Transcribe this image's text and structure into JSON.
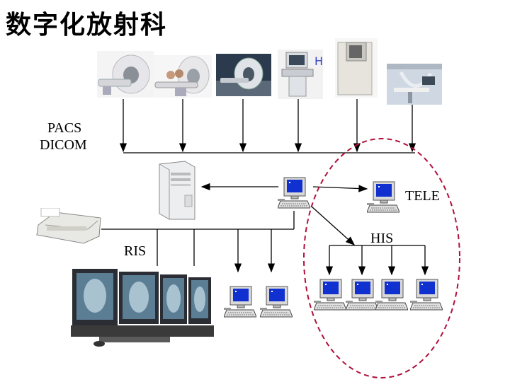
{
  "title": "数字化放射科",
  "labels": {
    "pacs_line1": "PACS",
    "pacs_line2": "DICOM",
    "tele": "TELE",
    "his": "HIS",
    "ris": "RIS"
  },
  "devices": {
    "modalities": [
      "mri-scanner",
      "ct-scanner",
      "pet-ct-scanner",
      "ultrasound-unit",
      "dr-xray-unit",
      "c-arm-angiography"
    ],
    "server": "pacs-server",
    "printer": "film-printer",
    "review_station": "multi-monitor-workstation"
  },
  "colors": {
    "dashed_ellipse": "#b0103a",
    "screen": "#1030d0",
    "line": "#000000"
  }
}
